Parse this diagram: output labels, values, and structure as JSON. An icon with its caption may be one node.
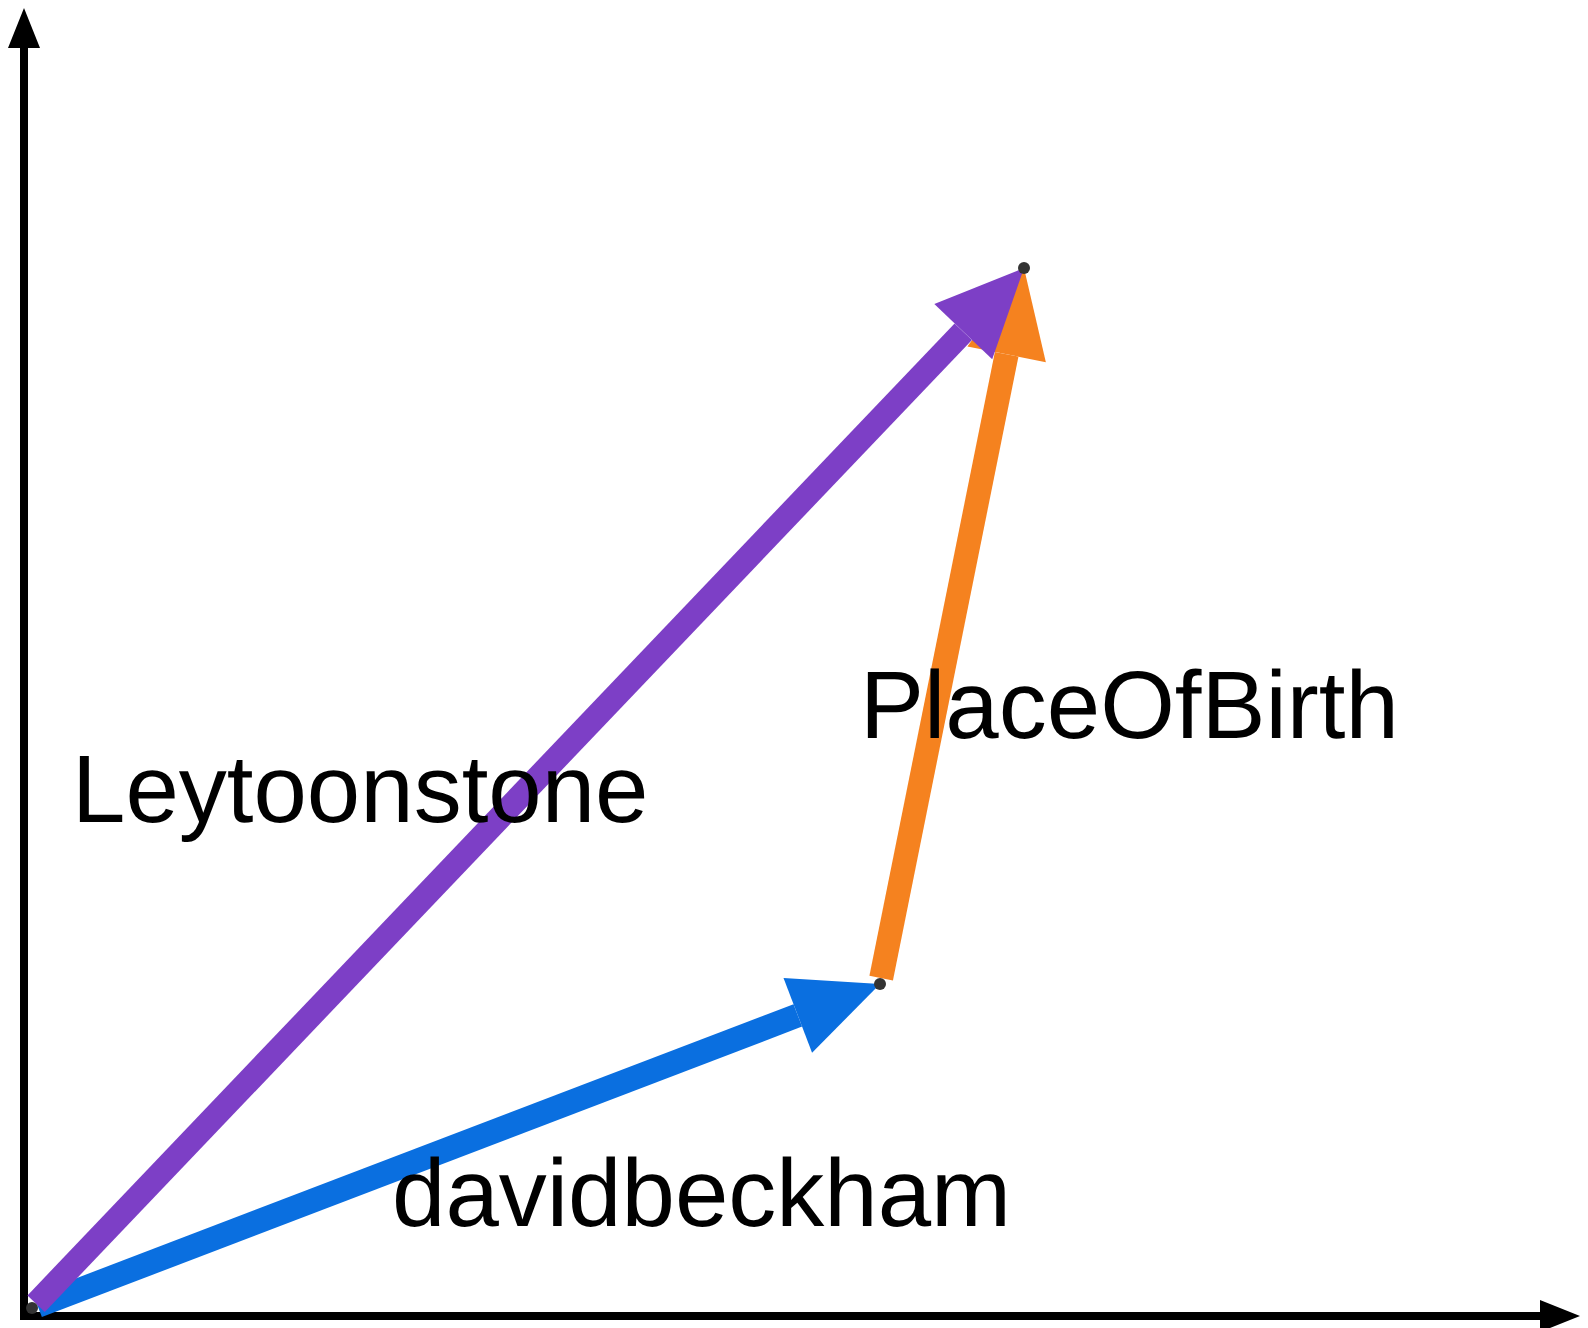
{
  "diagram": {
    "nodes": [
      {
        "text": [],
        "shape": "point"
      },
      {
        "text": [],
        "shape": "point"
      },
      {
        "text": [],
        "shape": "point"
      }
    ],
    "edges": [
      {
        "from": 0,
        "to": 1,
        "arrow": "to",
        "label": "davidbeckham",
        "color": "#0a6fe0"
      },
      {
        "from": 1,
        "to": 2,
        "arrow": "to",
        "label": "PlaceOfBirth",
        "color": "#f5821f"
      },
      {
        "from": 0,
        "to": 2,
        "arrow": "to",
        "label": "Leytoonstone",
        "color": "#7d3fc6"
      }
    ]
  }
}
